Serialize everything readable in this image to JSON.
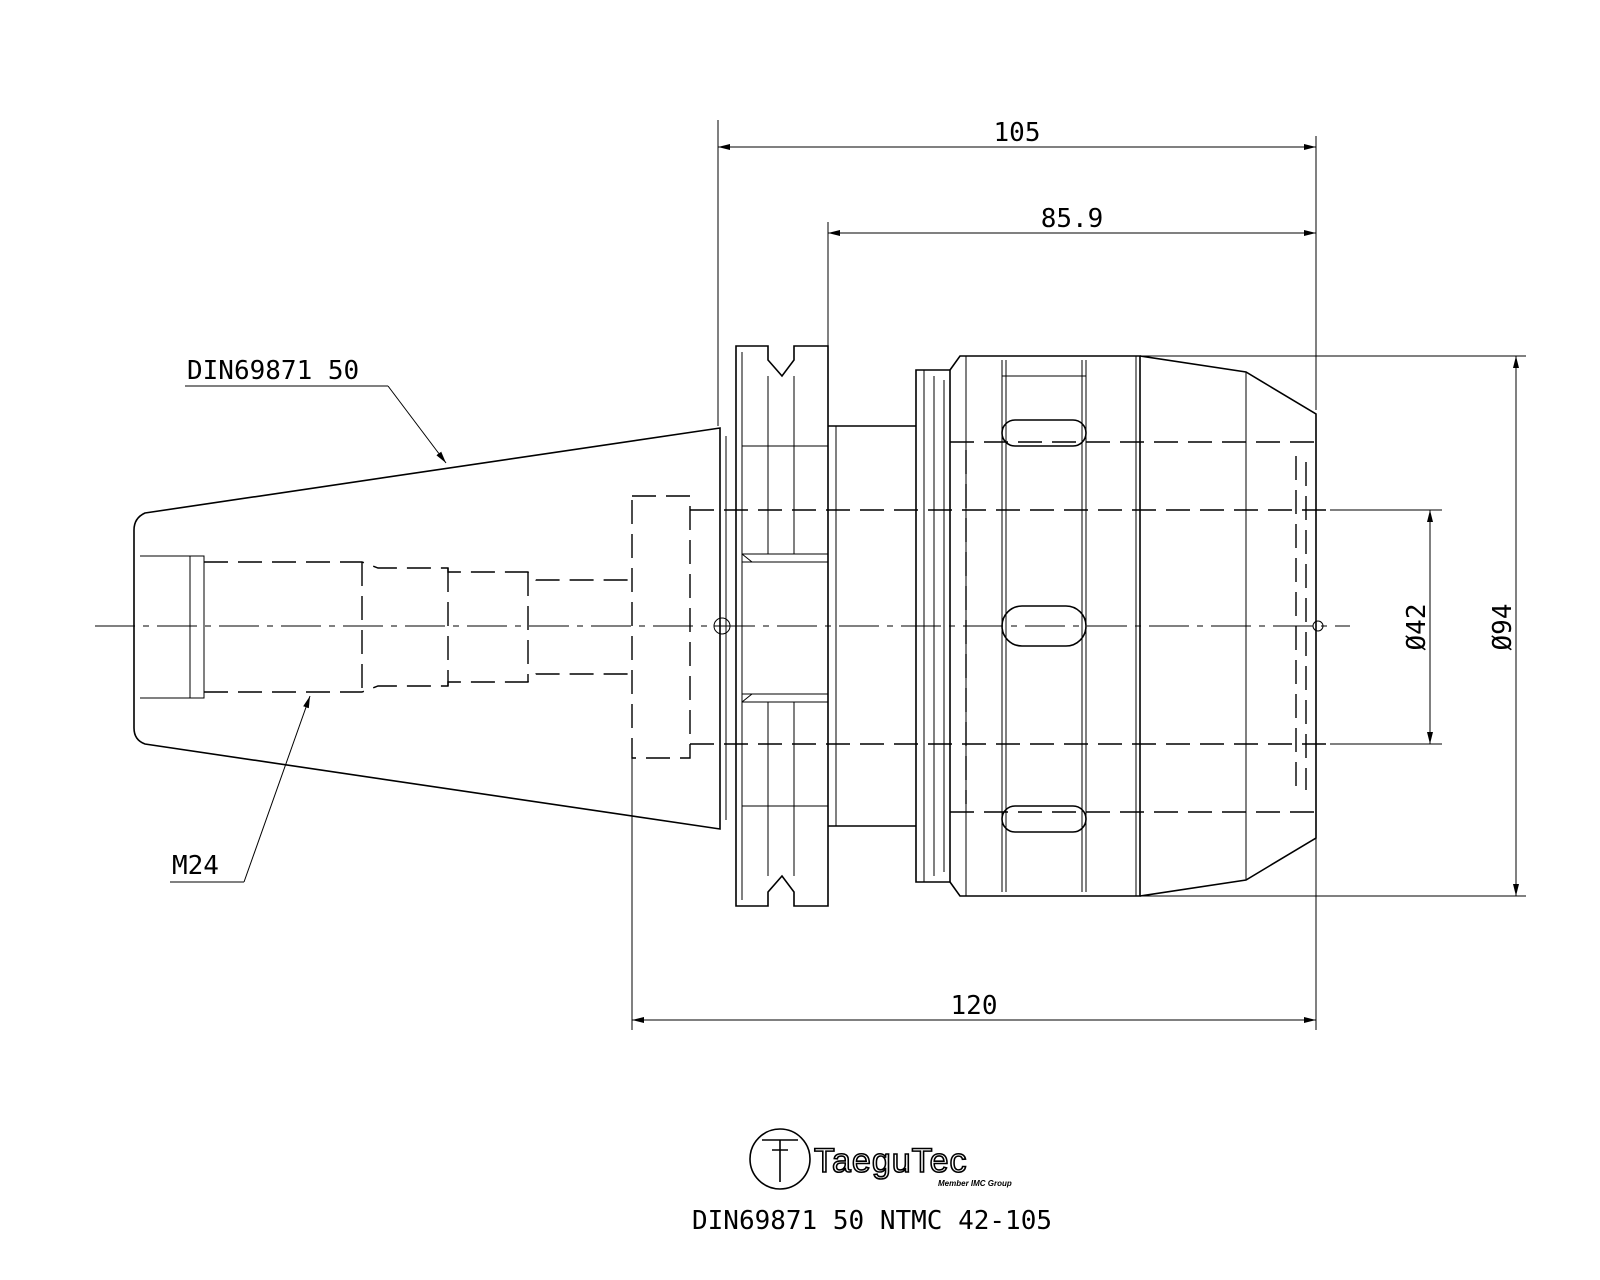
{
  "dimensions": {
    "overall_length": "105",
    "body_length": "85.9",
    "gauge_length": "120",
    "bore_diameter": "Ø42",
    "outer_diameter": "Ø94"
  },
  "callouts": {
    "taper": "DIN69871 50",
    "thread": "M24"
  },
  "logo": {
    "brand": "TaeguTec",
    "tagline": "Member IMC Group"
  },
  "title": "DIN69871 50 NTMC 42-105"
}
